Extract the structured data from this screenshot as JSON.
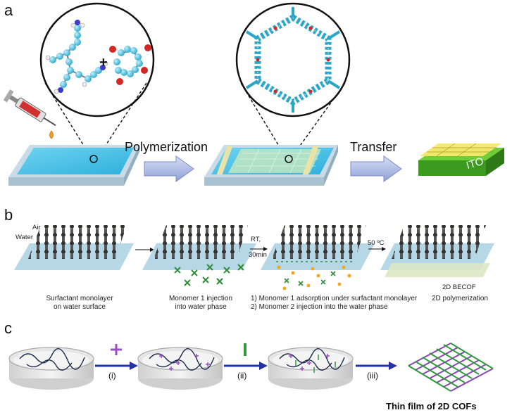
{
  "panels": {
    "a": {
      "letter": "a",
      "arrow1_label": "Polymerization",
      "arrow2_label": "Transfer",
      "substrate_label": "ITO",
      "plus_sign": "+"
    },
    "b": {
      "letter": "b",
      "label_air": "Air",
      "label_water": "Water",
      "cap1_line1": "Surfactant monolayer",
      "cap1_line2": "on water surface",
      "cap2_line1": "Monomer 1 injection",
      "cap2_line2": "into water phase",
      "arrow_rt": "RT,",
      "arrow_time": "30min",
      "cap3_line1": "1) Monomer 1 adsorption under surfactant monolayer",
      "cap3_line2": "2) Monomer 2 injection into the water phase",
      "arrow_temp": "50 ºC",
      "becof_label": "2D BECOF",
      "cap4": "2D polymerization"
    },
    "c": {
      "letter": "c",
      "step1": "(i)",
      "step2": "(ii)",
      "step3": "(iii)",
      "final_label": "Thin film of 2D COFs"
    }
  },
  "colors": {
    "water": "#4fc3e6",
    "tray": "#cfe3ef",
    "arrow_fill": "#b7c4e8",
    "dark_arrow": "#2233aa",
    "monomer_green": "#2e8b3a",
    "monomer_purple": "#9b4fc7",
    "ito_green": "#4caf2a",
    "film_yellow": "#f2e04a"
  }
}
